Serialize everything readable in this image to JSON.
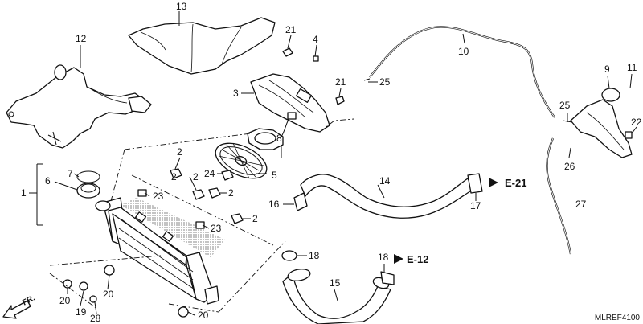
{
  "labels": {
    "l1": "1",
    "l2a": "2",
    "l2b": "2",
    "l2c": "2",
    "l2d": "2",
    "l2e": "2",
    "l3": "3",
    "l4": "4",
    "l5": "5",
    "l6": "6",
    "l7": "7",
    "l8": "8",
    "l9": "9",
    "l10": "10",
    "l11": "11",
    "l12": "12",
    "l13": "13",
    "l14": "14",
    "l15": "15",
    "l16": "16",
    "l17": "17",
    "l18a": "18",
    "l18b": "18",
    "l19": "19",
    "l20a": "20",
    "l20b": "20",
    "l20c": "20",
    "l21a": "21",
    "l21b": "21",
    "l22": "22",
    "l23a": "23",
    "l23b": "23",
    "l24": "24",
    "l25a": "25",
    "l25b": "25",
    "l26": "26",
    "l27": "27",
    "l28": "28"
  },
  "references": {
    "e21": "E-21",
    "e12": "E-12"
  },
  "direction": "FR.",
  "drawing_code": "MLREF4100",
  "icons": [
    "front-direction-arrow-icon",
    "reference-arrow-icon"
  ]
}
